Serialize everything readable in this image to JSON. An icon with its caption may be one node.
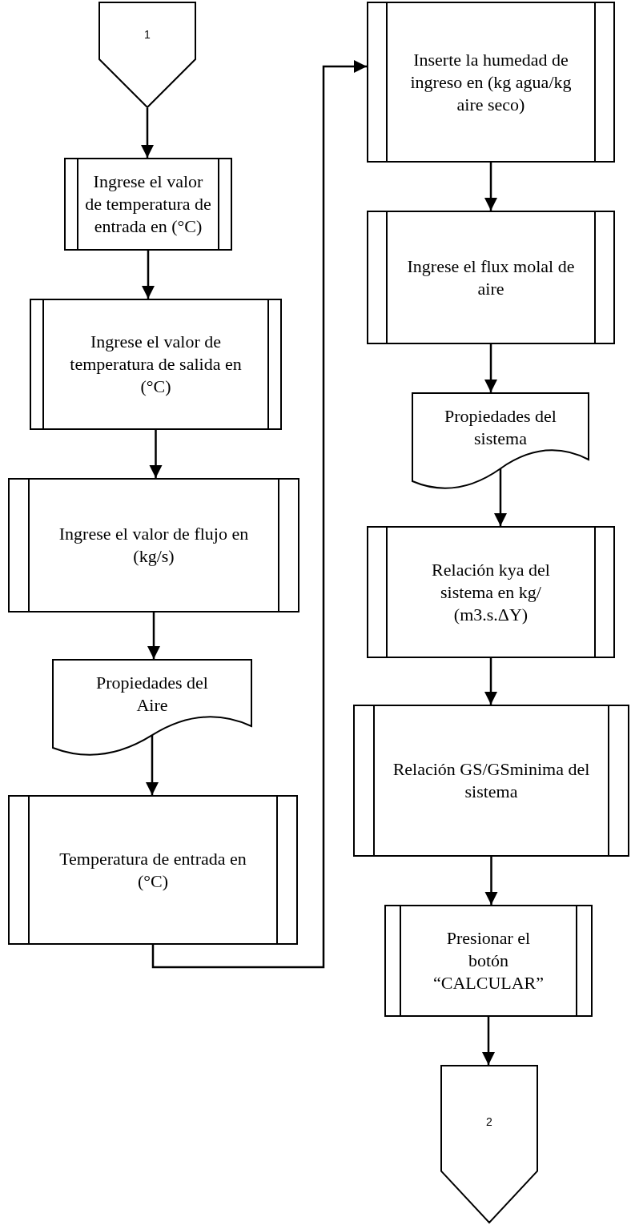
{
  "diagram": {
    "nodes": [
      {
        "text": [
          "1"
        ]
      },
      {
        "text": [
          "Ingrese el valor de temperatura de entrada en (°C)"
        ]
      },
      {
        "text": [
          "Ingrese el valor de temperatura de salida en (°C)"
        ]
      },
      {
        "text": [
          "Ingrese el valor de flujo en (kg/s)"
        ]
      },
      {
        "text": [
          "Propiedades del Aire"
        ]
      },
      {
        "text": [
          "Temperatura de entrada en (°C)"
        ]
      },
      {
        "text": [
          "Inserte la humedad de ingreso en (kg agua/kg aire seco)"
        ]
      },
      {
        "text": [
          "Ingrese el flux molal de aire"
        ]
      },
      {
        "text": [
          "Propiedades del sistema"
        ]
      },
      {
        "text": [
          "Relación kya del sistema en kg/ (m3.s.ΔY)"
        ]
      },
      {
        "text": [
          "Relación GS/GSminima del sistema"
        ]
      },
      {
        "text": [
          "Presionar el botón “CALCULAR”"
        ]
      },
      {
        "text": [
          "2"
        ]
      }
    ],
    "edges": [
      {
        "from": 0,
        "to": 1,
        "arrow": "to"
      },
      {
        "from": 1,
        "to": 2,
        "arrow": "to"
      },
      {
        "from": 2,
        "to": 3,
        "arrow": "to"
      },
      {
        "from": 3,
        "to": 4,
        "arrow": "to"
      },
      {
        "from": 4,
        "to": 5,
        "arrow": "to"
      },
      {
        "from": 5,
        "to": 6,
        "arrow": "to"
      },
      {
        "from": 6,
        "to": 7,
        "arrow": "to"
      },
      {
        "from": 7,
        "to": 8,
        "arrow": "to"
      },
      {
        "from": 8,
        "to": 9,
        "arrow": "to"
      },
      {
        "from": 9,
        "to": 10,
        "arrow": "to"
      },
      {
        "from": 10,
        "to": 11,
        "arrow": "to"
      },
      {
        "from": 11,
        "to": 12,
        "arrow": "to"
      }
    ]
  }
}
